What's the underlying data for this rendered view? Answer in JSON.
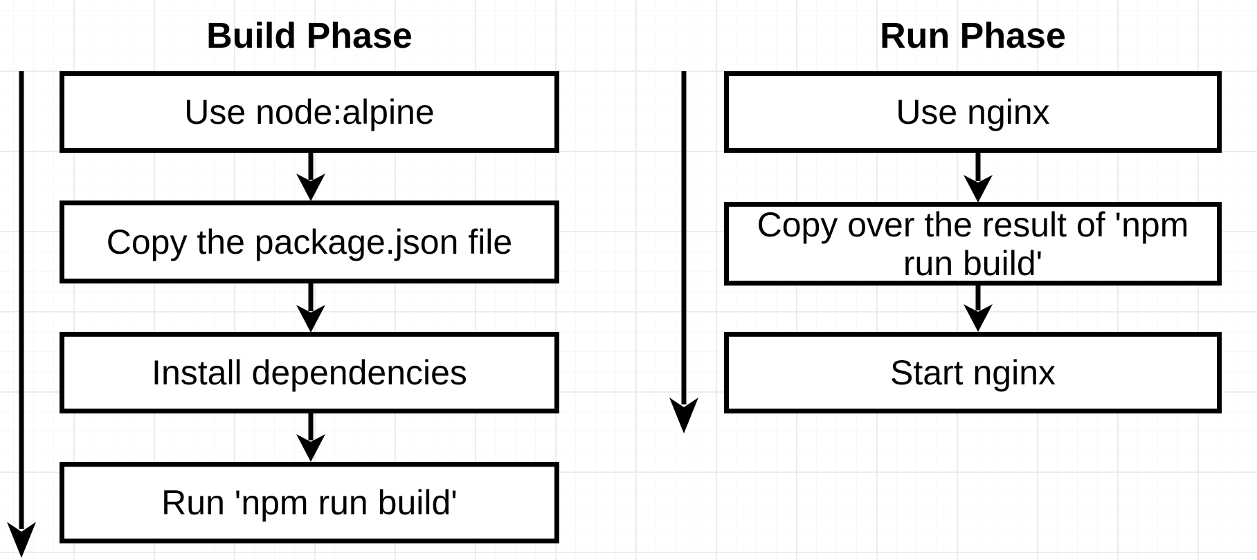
{
  "diagram": {
    "type": "flowchart",
    "columns": [
      {
        "title": "Build Phase",
        "steps": [
          "Use node:alpine",
          "Copy the package.json file",
          "Install dependencies",
          "Run 'npm run build'"
        ]
      },
      {
        "title": "Run Phase",
        "steps": [
          "Use nginx",
          "Copy over the result of 'npm run build'",
          "Start nginx"
        ]
      }
    ],
    "colors": {
      "stroke": "#000000",
      "box_fill": "#ffffff",
      "background": "#ffffff",
      "grid_minor": "#f8f8f8",
      "grid_major": "#ececec"
    }
  }
}
